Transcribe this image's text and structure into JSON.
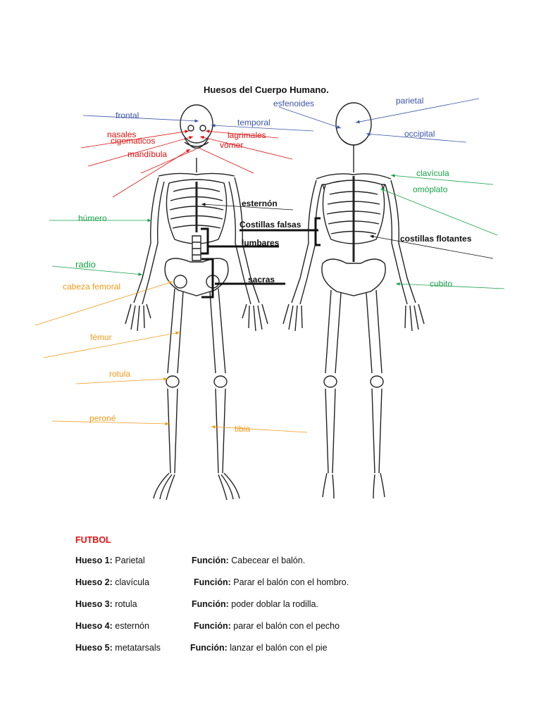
{
  "title": "Huesos del Cuerpo Humano.",
  "colors": {
    "blue": "#3a55a8",
    "red": "#e01010",
    "green": "#17a24a",
    "orange": "#f29a18",
    "black": "#111111"
  },
  "labels": {
    "esfenoides": "esfenoides",
    "parietal": "parietal",
    "frontal": "frontal",
    "temporal": "temporal",
    "occipital": "occipital",
    "nasales": "nasales",
    "cigomaticos": "cigomaticos",
    "lagrimales": "lagrimales",
    "vomer": "vómer",
    "mandibula": "mandíbula",
    "clavicula": "clavícula",
    "omoplato": "omóplato",
    "esternon": "esternón",
    "humero": "húmero",
    "costillas_falsas": "Costillas falsas",
    "lumbares": "lumbares",
    "costillas_flotantes": "costillas flotantes",
    "radio": "radio",
    "cabeza_femoral": "cabeza femoral",
    "sacras": "sacras",
    "cubito": "cubito",
    "femur": "fémur",
    "rotula": "rotula",
    "perone": "peroné",
    "tibia": "tibia"
  },
  "section": {
    "header": "FUTBOL",
    "rows": [
      {
        "key": "Hueso 1:",
        "bone": "Parietal",
        "fkey": "Función:",
        "func": "Cabecear el balón."
      },
      {
        "key": "Hueso 2:",
        "bone": "clavícula",
        "fkey": "Función:",
        "func": "Parar el balón con el hombro."
      },
      {
        "key": "Hueso 3:",
        "bone": "rotula",
        "fkey": "Función:",
        "func": "poder doblar la rodilla."
      },
      {
        "key": "Hueso 4:",
        "bone": "esternón",
        "fkey": "Función:",
        "func": "parar el balón con el pecho"
      },
      {
        "key": "Hueso 5:",
        "bone": "metatarsals",
        "fkey": "Función:",
        "func": "lanzar el balón con el pie"
      }
    ]
  }
}
